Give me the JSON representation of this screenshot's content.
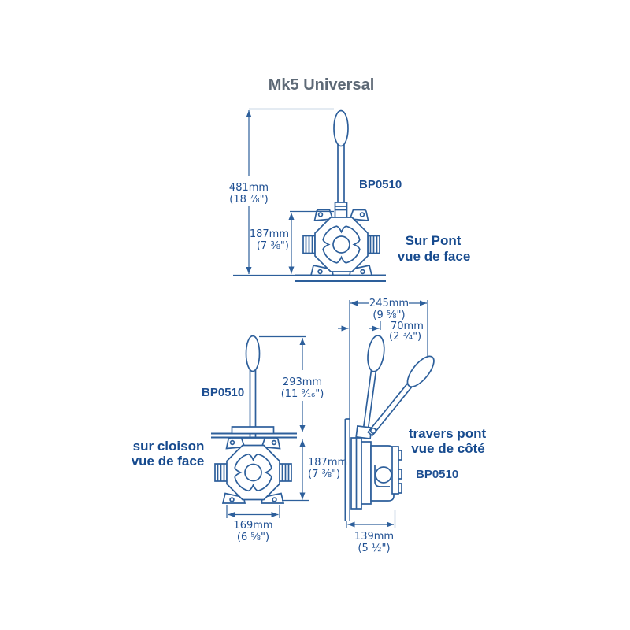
{
  "title": "Mk5 Universal",
  "colors": {
    "line": "#2d5f9b",
    "dim_text": "#1e4f92",
    "label_text": "#164a8e",
    "title_text": "#5d6976"
  },
  "views": {
    "deck_front": {
      "label_line1": "Sur Pont",
      "label_line2": "vue de face",
      "part_no": "BP0510",
      "dim_total_height_mm": "481mm",
      "dim_total_height_in": "(18 ⅞\")",
      "dim_body_height_mm": "187mm",
      "dim_body_height_in": "(7 ⅜\")"
    },
    "bulkhead_front": {
      "label_line1": "sur cloison",
      "label_line2": "vue de face",
      "part_no": "BP0510",
      "dim_handle_height_mm": "293mm",
      "dim_handle_height_in": "(11 ⁹⁄₁₆\")",
      "dim_body_height_mm": "187mm",
      "dim_body_height_in": "(7 ⅜\")",
      "dim_body_width_mm": "169mm",
      "dim_body_width_in": "(6 ⅝\")"
    },
    "deck_side": {
      "label_line1": "travers pont",
      "label_line2": "vue de côté",
      "part_no": "BP0510",
      "dim_handle_sweep_mm": "245mm",
      "dim_handle_sweep_in": "(9 ⅝\")",
      "dim_handle_offset_mm": "70mm",
      "dim_handle_offset_in": "(2 ¾\")",
      "dim_depth_mm": "139mm",
      "dim_depth_in": "(5 ½\")"
    }
  }
}
